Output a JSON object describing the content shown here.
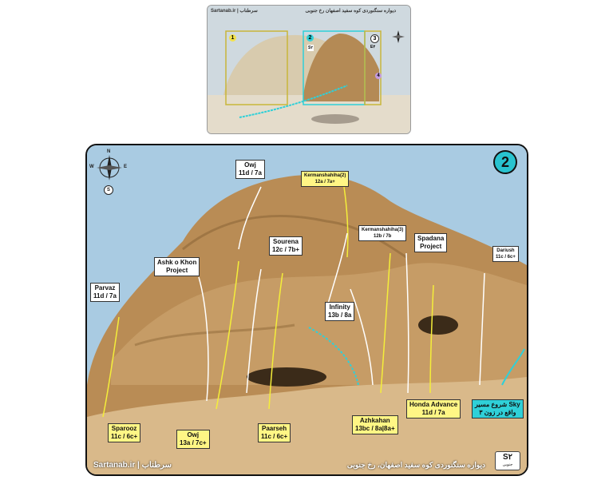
{
  "inset": {
    "header_left": "Sartanab.ir | سرطناب",
    "header_right": "دیواره سنگنوردی کوه سفید اصفهان رخ جنوبی",
    "sectors": [
      {
        "num": "1",
        "color": "#f2e14b"
      },
      {
        "num": "2",
        "color": "#2fd0d8"
      },
      {
        "num": "3",
        "color": "#ffffff"
      },
      {
        "num": "4",
        "color": "#c49be0"
      }
    ],
    "sector2_mark": "S",
    "sector2_mark_sub": "۲",
    "sector3_mark": "E",
    "sector3_mark_sub": "۳"
  },
  "sector_badge": "2",
  "compass": {
    "n": "N",
    "s": "S",
    "e": "E",
    "w": "W"
  },
  "routes": [
    {
      "id": "owj-top",
      "name": "Owj",
      "grade": "11d / 7a",
      "style": "white"
    },
    {
      "id": "kermanshahiha2",
      "name": "Kermanshahiha(2)",
      "grade": "12a / 7a+",
      "style": "yellow-small"
    },
    {
      "id": "kermanshahiha3",
      "name": "Kermanshahiha(3)",
      "grade": "12b / 7b",
      "style": "white-small"
    },
    {
      "id": "sourena",
      "name": "Sourena",
      "grade": "12c / 7b+",
      "style": "white"
    },
    {
      "id": "ashk-o-khon",
      "name": "Ashk o Khon",
      "grade": "Project",
      "style": "white"
    },
    {
      "id": "spadana",
      "name": "Spadana",
      "grade": "Project",
      "style": "white"
    },
    {
      "id": "dariush",
      "name": "Dariush",
      "grade": "11c / 6c+",
      "style": "white-small"
    },
    {
      "id": "parvaz",
      "name": "Parvaz",
      "grade": "11d / 7a",
      "style": "white"
    },
    {
      "id": "infinity",
      "name": "Infinity",
      "grade": "13b / 8a",
      "style": "white"
    },
    {
      "id": "sparooz",
      "name": "Sparooz",
      "grade": "11c / 6c+",
      "style": "yellow"
    },
    {
      "id": "owj-bottom",
      "name": "Owj",
      "grade": "13a / 7c+",
      "style": "yellow"
    },
    {
      "id": "paarseh",
      "name": "Paarseh",
      "grade": "11c / 6c+",
      "style": "yellow"
    },
    {
      "id": "azhkahan",
      "name": "Azhkahan",
      "grade": "13bc / 8a|8a+",
      "style": "yellow"
    },
    {
      "id": "honda-advance",
      "name": "Honda Advance",
      "grade": "11d / 7a",
      "style": "yellow"
    }
  ],
  "sky_start": {
    "line1": "شروع مسیر Sky",
    "line2": "واقع در زون ۳"
  },
  "footer": {
    "site": "Sartanab.ir | سرطناب",
    "title": "دیواره سنگنوردی کوه سفید اصفهان، رخ جنوبی"
  },
  "logo": {
    "mark": "S۲",
    "sub": "جنوبی"
  },
  "colors": {
    "yellow_route": "#f4ee3a",
    "white_route": "#ffffff",
    "cyan_route": "#2fd0d8",
    "rock": "#c9a06a",
    "sky": "#a9cbe2"
  }
}
